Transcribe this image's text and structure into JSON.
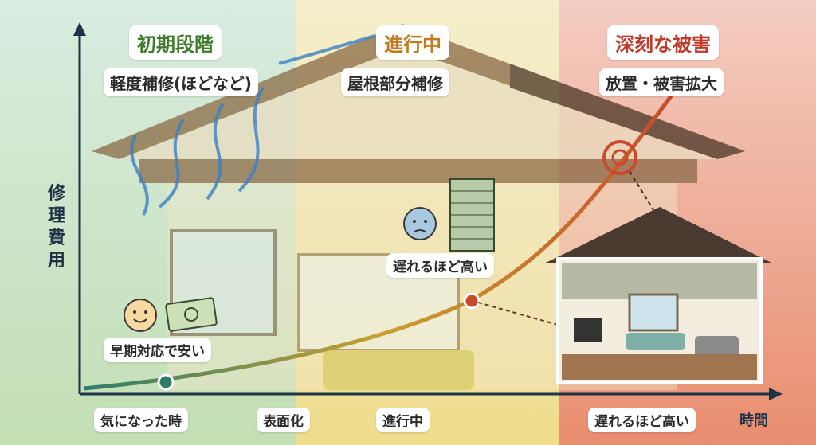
{
  "y_axis_label": "修理費用",
  "x_axis_label": "時間",
  "stages": [
    {
      "title": "初期段階",
      "subtitle": "軽度補修(ほどなど)",
      "color": "#3f7d2c"
    },
    {
      "title": "進行中",
      "subtitle": "屋根部分補修",
      "color": "#c07a1c"
    },
    {
      "title": "深刻な被害",
      "subtitle": "放置・被害拡大",
      "color": "#c0392b"
    }
  ],
  "callouts": {
    "early": "早期対応で安い",
    "late": "遅れるほど高い"
  },
  "x_ticks": [
    "気になった時",
    "表面化",
    "進行中",
    "遅れるほど高い"
  ],
  "colors": {
    "green_zone": "#cfe6c4",
    "yellow_zone": "#f3e6a8",
    "red_zone": "#f0b0a0",
    "curve": "#c94a2a",
    "axis": "#1f3347"
  }
}
